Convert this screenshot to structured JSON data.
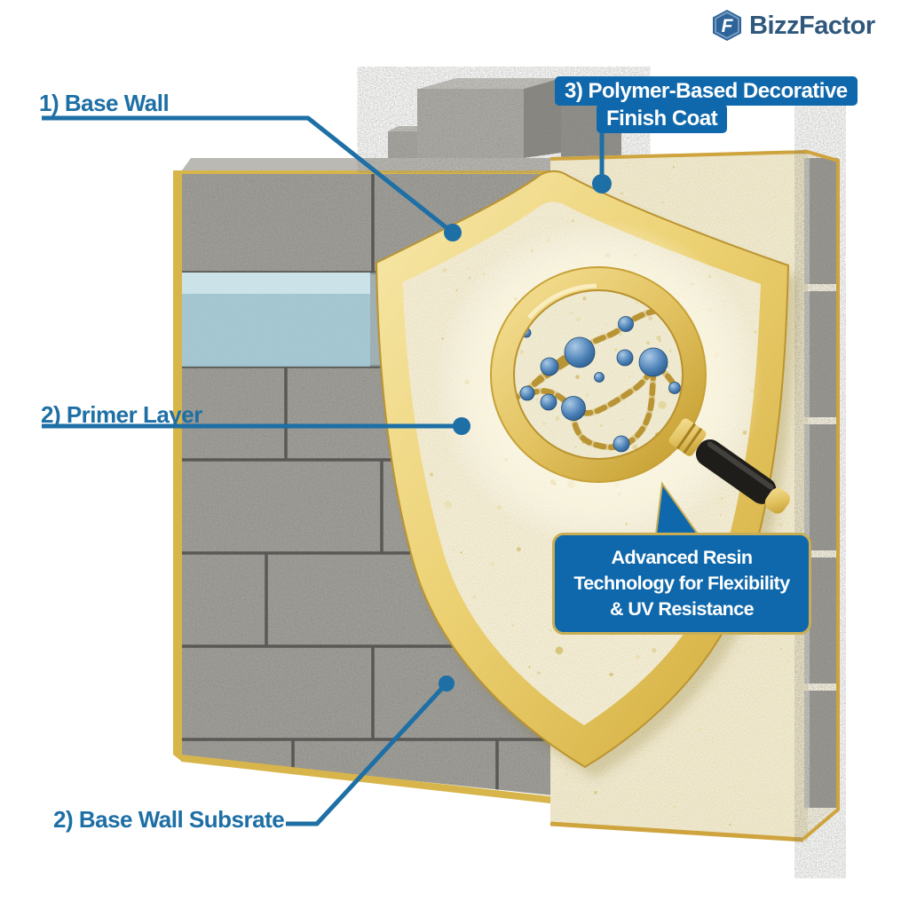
{
  "logo": {
    "brand": "BizzFactor",
    "icon_letter": "F"
  },
  "callouts": {
    "base_wall": "1) Base Wall",
    "primer_layer": "2) Primer Layer",
    "finish_coat": {
      "line1": "3) Polymer-Based Decorative",
      "line2": "Finish Coat"
    },
    "substrate": "2) Base Wall Subsrate",
    "resin_badge": {
      "line1": "Advanced Resin",
      "line2": "Technology for Flexibility",
      "line3": "& UV Resistance"
    }
  },
  "colors": {
    "accent_blue": "#1d6fa5",
    "badge_blue": "#0f68ab",
    "badge_border_gold": "#c9ad55",
    "shield_gold": "#ddb94e",
    "cream": "#f3f0e2",
    "primer_blue": "#a6cdd9",
    "concrete_gray": "#a2a19c",
    "logo_navy": "#30587c"
  }
}
